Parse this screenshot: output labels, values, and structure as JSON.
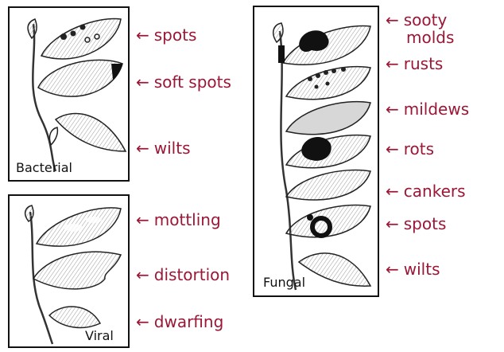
{
  "arrow_glyph": "←",
  "accent_color": "#9c1636",
  "panels": {
    "bacterial": {
      "title": "Bacterial",
      "labels": [
        "spots",
        "soft spots",
        "wilts"
      ]
    },
    "viral": {
      "title": "Viral",
      "labels": [
        "mottling",
        "distortion",
        "dwarfing"
      ]
    },
    "fungal": {
      "title": "Fungal",
      "labels": [
        "sooty",
        "molds",
        "rusts",
        "mildews",
        "rots",
        "cankers",
        "spots",
        "wilts"
      ]
    }
  }
}
